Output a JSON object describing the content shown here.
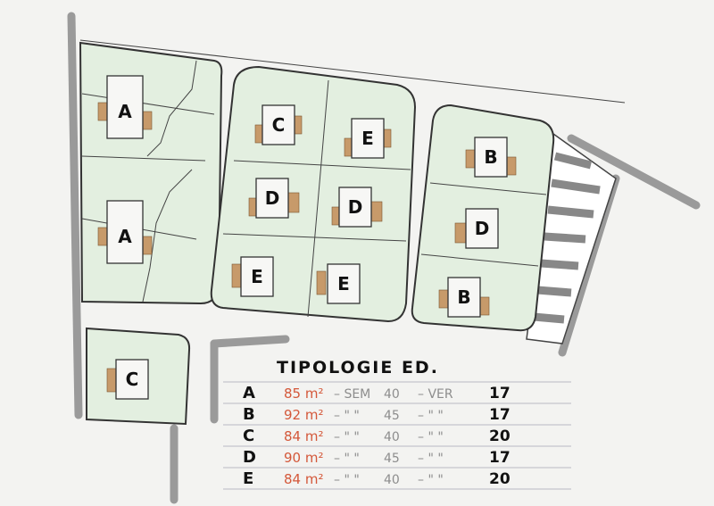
{
  "plan": {
    "left_block": [
      "A",
      "A"
    ],
    "center_block": [
      "C",
      "E",
      "D",
      "D",
      "E",
      "E"
    ],
    "right_block": [
      "B",
      "D",
      "B"
    ],
    "bottom_left_block": [
      "C"
    ]
  },
  "legend": {
    "title": "TIPOLOGIE ED.",
    "rows": [
      {
        "type": "A",
        "area": "85 m²",
        "sem_label": "– SEM",
        "sem": "40",
        "ver_label": "– VER",
        "ver": "17"
      },
      {
        "type": "B",
        "area": "92 m²",
        "sem_label": "– \" \"",
        "sem": "45",
        "ver_label": "– \" \"",
        "ver": "17"
      },
      {
        "type": "C",
        "area": "84 m²",
        "sem_label": "– \" \"",
        "sem": "40",
        "ver_label": "– \" \"",
        "ver": "20"
      },
      {
        "type": "D",
        "area": "90 m²",
        "sem_label": "– \" \"",
        "sem": "45",
        "ver_label": "– \" \"",
        "ver": "17"
      },
      {
        "type": "E",
        "area": "84 m²",
        "sem_label": "– \" \"",
        "sem": "40",
        "ver_label": "– \" \"",
        "ver": "20"
      }
    ]
  },
  "colors": {
    "area": "#d4583a",
    "lot_fill": "#e3efe0",
    "road": "#9a9a9a"
  }
}
